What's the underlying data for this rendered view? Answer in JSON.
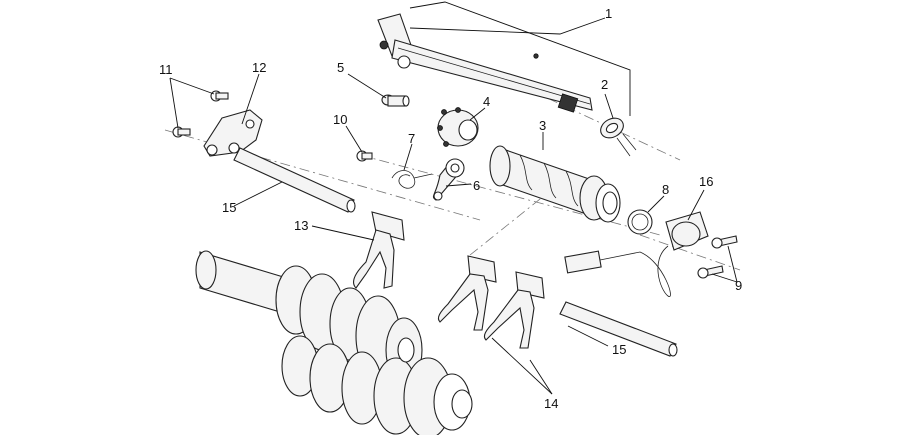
{
  "callouts": [
    {
      "id": "1",
      "text": "1"
    },
    {
      "id": "2",
      "text": "2"
    },
    {
      "id": "3",
      "text": "3"
    },
    {
      "id": "4",
      "text": "4"
    },
    {
      "id": "5",
      "text": "5"
    },
    {
      "id": "6",
      "text": "6"
    },
    {
      "id": "7",
      "text": "7"
    },
    {
      "id": "8",
      "text": "8"
    },
    {
      "id": "9",
      "text": "9"
    },
    {
      "id": "10",
      "text": "10"
    },
    {
      "id": "11",
      "text": "11"
    },
    {
      "id": "12",
      "text": "12"
    },
    {
      "id": "13",
      "text": "13"
    },
    {
      "id": "14",
      "text": "14"
    },
    {
      "id": "15a",
      "text": "15"
    },
    {
      "id": "15b",
      "text": "15"
    },
    {
      "id": "16",
      "text": "16"
    }
  ]
}
